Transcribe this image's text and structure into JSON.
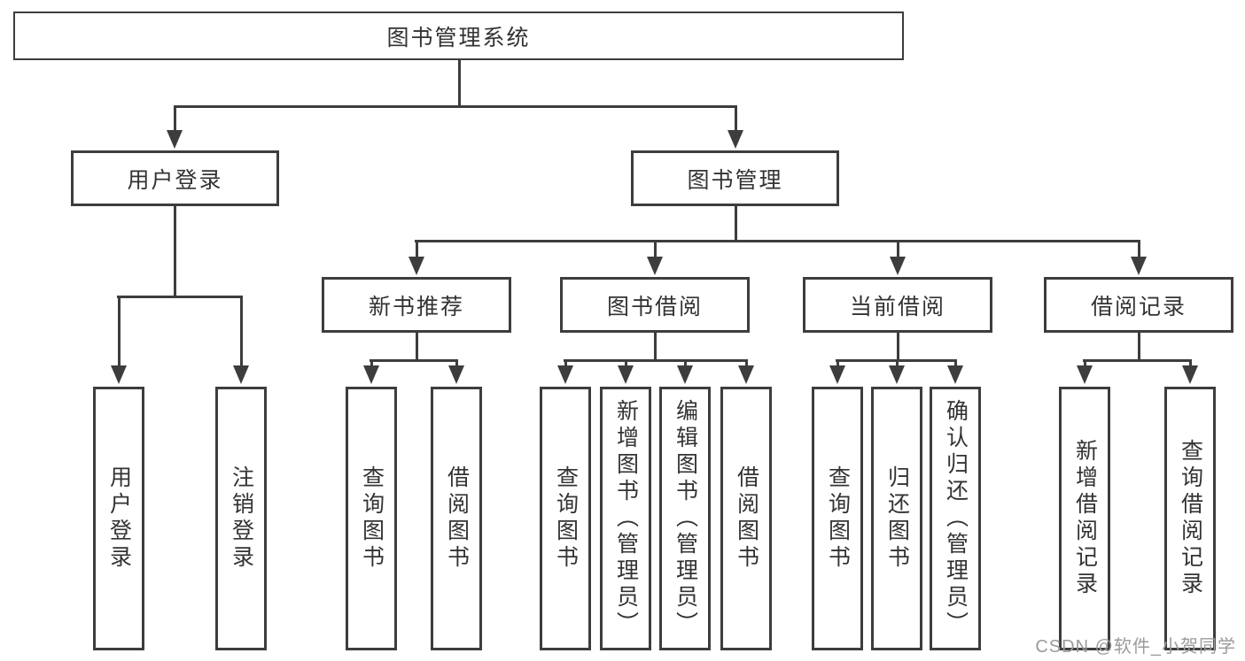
{
  "diagram": {
    "title": "图书管理系统",
    "tree": {
      "label": "图书管理系统",
      "children": [
        {
          "label": "用户登录",
          "children": [
            {
              "label": "用户登录"
            },
            {
              "label": "注销登录"
            }
          ]
        },
        {
          "label": "图书管理",
          "children": [
            {
              "label": "新书推荐",
              "children": [
                {
                  "label": "查询图书"
                },
                {
                  "label": "借阅图书"
                }
              ]
            },
            {
              "label": "图书借阅",
              "children": [
                {
                  "label": "查询图书"
                },
                {
                  "label": "新增图书（管理员）"
                },
                {
                  "label": "编辑图书（管理员）"
                },
                {
                  "label": "借阅图书"
                }
              ]
            },
            {
              "label": "当前借阅",
              "children": [
                {
                  "label": "查询图书"
                },
                {
                  "label": "归还图书"
                },
                {
                  "label": "确认归还（管理员）"
                }
              ]
            },
            {
              "label": "借阅记录",
              "children": [
                {
                  "label": "新增借阅记录"
                },
                {
                  "label": "查询借阅记录"
                }
              ]
            }
          ]
        }
      ]
    },
    "colors": {
      "line": "#3d3d3d",
      "text": "#333333",
      "background": "#ffffff",
      "watermark": "#9b9b9b"
    }
  },
  "watermark": {
    "text": "CSDN @软件_小贺同学"
  }
}
